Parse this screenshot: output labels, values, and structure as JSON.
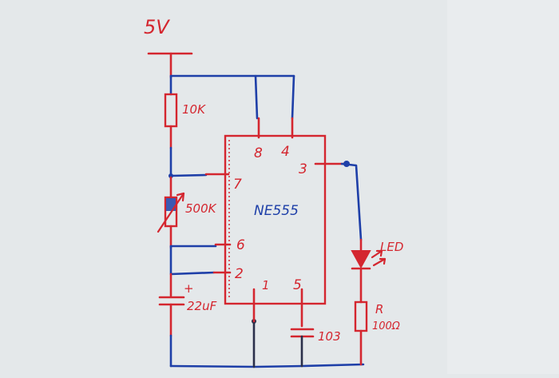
{
  "diagram": {
    "supply_label": "5V",
    "chip_label": "NE555",
    "components": {
      "r1_label": "10K",
      "pot_label": "500K",
      "cap_label": "22uF",
      "cap_plus": "+",
      "cap_ctrl_label": "103",
      "led_label": "LED",
      "resistor_label": "R",
      "resistor_value": "100Ω"
    },
    "pins": {
      "p8": "8",
      "p4": "4",
      "p3": "3",
      "p7": "7",
      "p6": "6",
      "p2": "2",
      "p1": "1",
      "p5": "5"
    }
  }
}
